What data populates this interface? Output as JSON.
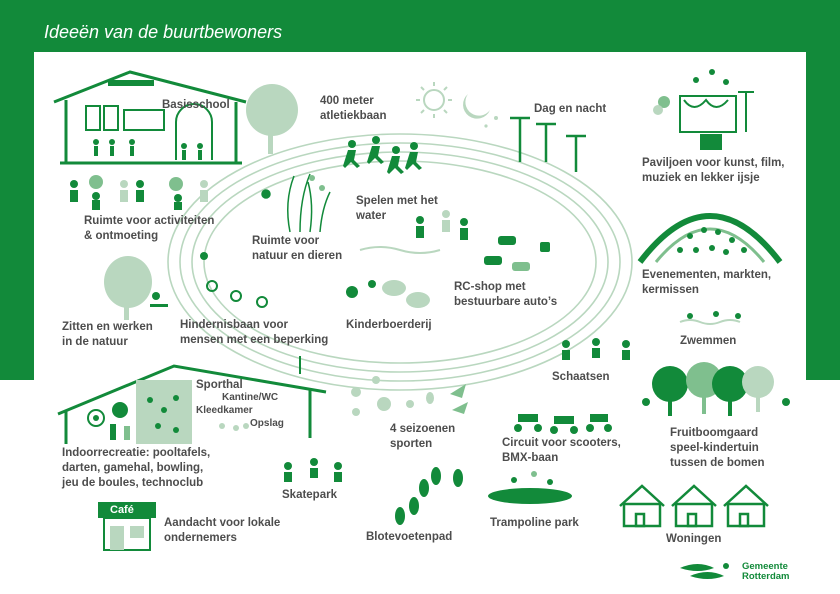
{
  "title": "Ideeën van de buurtbewoners",
  "colors": {
    "brand_green": "#128a3a",
    "light_green": "#b9d7bf",
    "text": "#4d4d4d"
  },
  "labels": {
    "basisschool": "Basisschool",
    "atletiek_1": "400 meter",
    "atletiek_2": "atletiekbaan",
    "dag_nacht": "Dag en nacht",
    "paviljoen_1": "Paviljoen voor kunst, film,",
    "paviljoen_2": "muziek en lekker ijsje",
    "ruimte_act_1": "Ruimte voor activiteiten",
    "ruimte_act_2": "& ontmoeting",
    "natuur_1": "Ruimte voor",
    "natuur_2": "natuur en dieren",
    "water_1": "Spelen met het",
    "water_2": "water",
    "evenementen_1": "Evenementen, markten,",
    "evenementen_2": "kermissen",
    "rcshop_1": "RC-shop met",
    "rcshop_2": "bestuurbare auto’s",
    "zitten_1": "Zitten en werken",
    "zitten_2": "in de natuur",
    "hindernis_1": "Hindernisbaan voor",
    "hindernis_2": "mensen met een beperking",
    "kinderboerderij": "Kinderboerderij",
    "zwemmen": "Zwemmen",
    "schaatsen": "Schaatsen",
    "sporthal": "Sporthal",
    "kantine": "Kantine/WC",
    "kleedkamer": "Kleedkamer",
    "opslag": "Opslag",
    "indoor_1": "Indoorrecreatie: pooltafels,",
    "indoor_2": "darten, gamehal, bowling,",
    "indoor_3": "jeu de boules, technoclub",
    "seizoenen_1": "4 seizoenen",
    "seizoenen_2": "sporten",
    "circuit_1": "Circuit voor scooters,",
    "circuit_2": "BMX-baan",
    "fruit_1": "Fruitboomgaard",
    "fruit_2": "speel-kindertuin",
    "fruit_3": "tussen de bomen",
    "skatepark": "Skatepark",
    "cafe": "Café",
    "ondernemers_1": "Aandacht voor lokale",
    "ondernemers_2": "ondernemers",
    "blotevoeten": "Blotevoetenpad",
    "trampoline": "Trampoline park",
    "woningen": "Woningen"
  },
  "logo": {
    "line1": "Gemeente",
    "line2": "Rotterdam"
  }
}
